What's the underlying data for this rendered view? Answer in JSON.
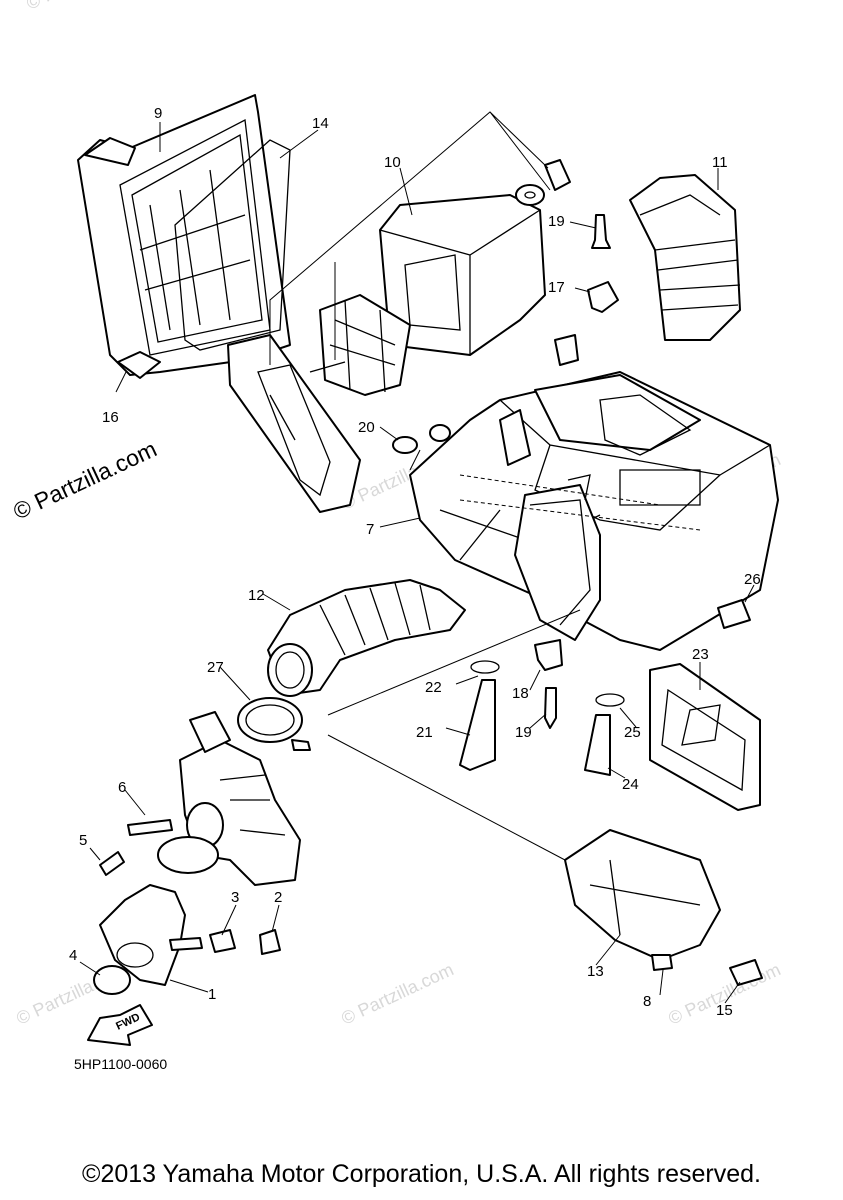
{
  "diagram_code": "5HP1100-0060",
  "copyright": "©2013 Yamaha Motor Corporation, U.S.A. All rights reserved.",
  "watermark_main": "© Partzilla.com",
  "watermark_faint": "© Partzilla.com",
  "fwd_label": "FWD",
  "callouts": {
    "p1": "1",
    "p2": "2",
    "p3": "3",
    "p4": "4",
    "p5": "5",
    "p6": "6",
    "p7": "7",
    "p8": "8",
    "p9": "9",
    "p10": "10",
    "p11": "11",
    "p12": "12",
    "p13": "13",
    "p14": "14",
    "p15": "15",
    "p16": "16",
    "p17": "17",
    "p18": "18",
    "p19a": "19",
    "p19b": "19",
    "p20": "20",
    "p21": "21",
    "p22": "22",
    "p23": "23",
    "p24": "24",
    "p25": "25",
    "p26": "26",
    "p27": "27"
  },
  "colors": {
    "line": "#000000",
    "background": "#ffffff",
    "watermark": "#d8d8d8"
  }
}
